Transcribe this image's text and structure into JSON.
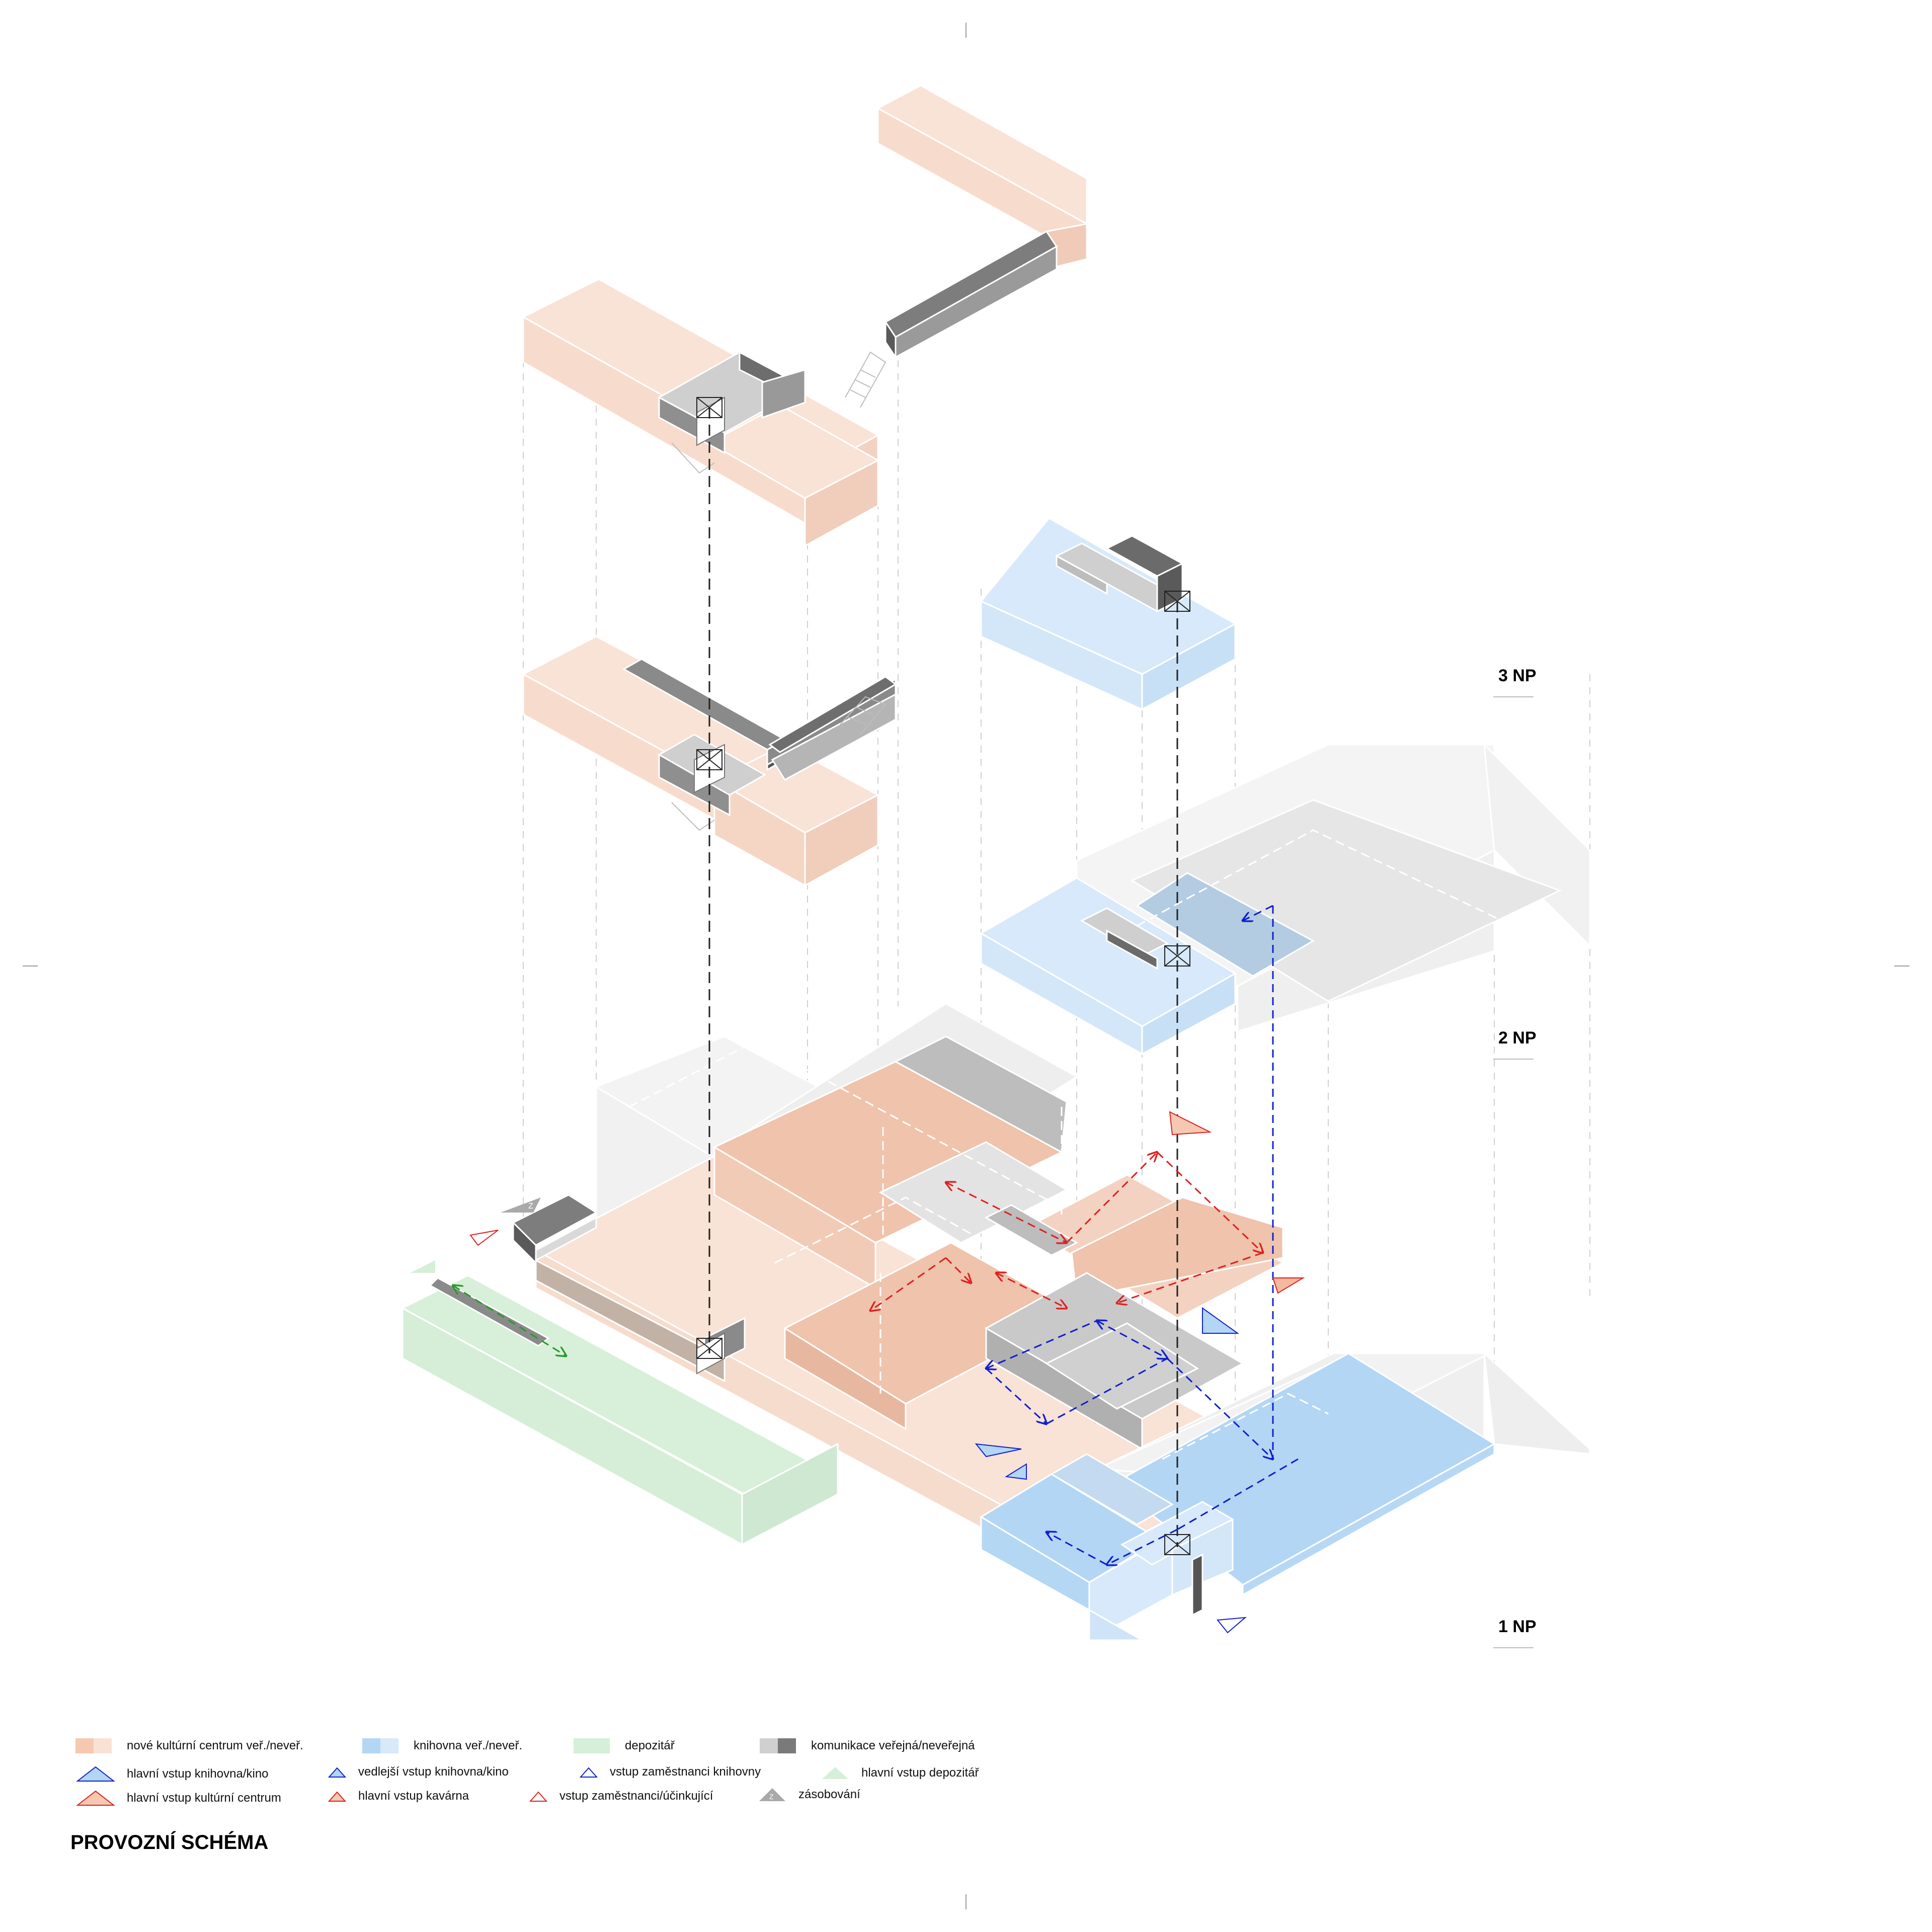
{
  "title": "PROVOZNÍ SCHÉMA",
  "levels": [
    "3 NP",
    "2 NP",
    "1 NP"
  ],
  "colors": {
    "culture_public": "#f5c9b1",
    "culture_private": "#f9e1d6",
    "library_public": "#b3d6f5",
    "library_private": "#d7e9fa",
    "depot": "#d6efd8",
    "comm_public": "#d0d0d0",
    "comm_private": "#7a7a7a",
    "ghost": "#eeeeee",
    "arrow_red": "#e02020",
    "arrow_blue": "#1020d0",
    "arrow_green": "#2a9a2a",
    "axis_line": "#222222"
  },
  "legend": {
    "culture": "nové kultúrní centrum veř./neveř.",
    "library": "knihovna veř./neveř.",
    "depot": "depozitář",
    "comm": "komunikace veřejná/neveřejná",
    "lib_main": "hlavní vstup knihovna/kino",
    "lib_side": "vedlejší vstup knihovna/kino",
    "lib_staff": "vstup zaměstnanci knihovny",
    "depot_main": "hlavní vstup depozitář",
    "cult_main": "hlavní vstup kultúrní centrum",
    "cafe_main": "hlavní vstup kavárna",
    "cult_staff": "vstup zaměstnanci/účinkující",
    "supply": "zásobování",
    "supply_mark": "Z"
  }
}
